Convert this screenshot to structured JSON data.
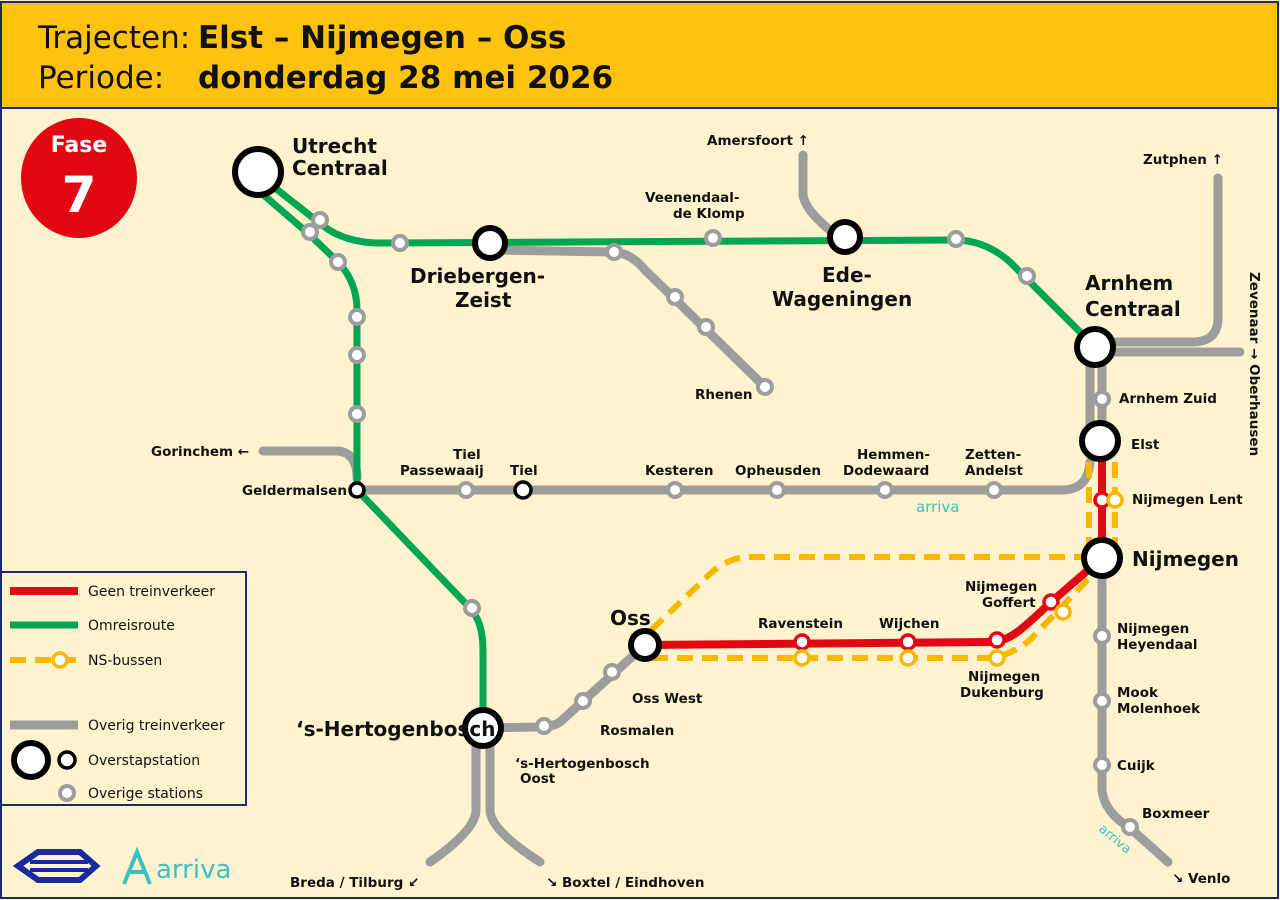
{
  "header": {
    "trajecten_label": "Trajecten:",
    "trajecten_value": "Elst – Nijmegen – Oss",
    "periode_label": "Periode:",
    "periode_value": "donderdag 28 mei 2026"
  },
  "phase": {
    "label": "Fase",
    "number": "7"
  },
  "stations": {
    "utrecht": [
      "Utrecht",
      "Centraal"
    ],
    "driebergen": [
      "Driebergen-",
      "Zeist"
    ],
    "ede": [
      "Ede-",
      "Wageningen"
    ],
    "veenendaal": [
      "Veenendaal-",
      "de Klomp"
    ],
    "rhenen": "Rhenen",
    "arnhem": [
      "Arnhem",
      "Centraal"
    ],
    "arnhem_zuid": "Arnhem Zuid",
    "elst": "Elst",
    "nijmegen_lent": "Nijmegen Lent",
    "nijmegen": "Nijmegen",
    "geldermalsen": "Geldermalsen",
    "tiel_passewaaij": [
      "Tiel",
      "Passewaaij"
    ],
    "tiel": "Tiel",
    "kesteren": "Kesteren",
    "opheusden": "Opheusden",
    "hemmen": [
      "Hemmen-",
      "Dodewaard"
    ],
    "zetten": [
      "Zetten-",
      "Andelst"
    ],
    "oss": "Oss",
    "ravenstein": "Ravenstein",
    "wijchen": "Wijchen",
    "goffert": [
      "Nijmegen",
      "Goffert"
    ],
    "dukenburg": [
      "Nijmegen",
      "Dukenburg"
    ],
    "oss_west": "Oss West",
    "rosmalen": "Rosmalen",
    "den_bosch": "‘s-Hertogenbosch",
    "den_bosch_oost": [
      "‘s-Hertogenbosch",
      "Oost"
    ],
    "heyendaal": [
      "Nijmegen",
      "Heyendaal"
    ],
    "mook": [
      "Mook",
      "Molenhoek"
    ],
    "cuijk": "Cuijk",
    "boxmeer": "Boxmeer"
  },
  "destinations": {
    "amersfoort": "Amersfoort ↑",
    "zutphen": "Zutphen ↑",
    "zevenaar": "Zevenaar → Oberhausen",
    "gorinchem": "Gorinchem ←",
    "breda": "Breda / Tilburg ↙",
    "boxtel": "↘ Boxtel / Eindhoven",
    "venlo": "↘ Venlo"
  },
  "legend": {
    "no_trains": "Geen treinverkeer",
    "detour": "Omreisroute",
    "buses": "NS-bussen",
    "other_trains": "Overig treinverkeer",
    "transfer": "Overstapstation",
    "other_stations": "Overige stations"
  },
  "logos": {
    "arriva": "arriva",
    "ns": "NS"
  },
  "colors": {
    "header": "#ffc20e",
    "background": "#fff2cf",
    "no_trains": "#e30613",
    "detour": "#00a651",
    "buses": "#f9b800",
    "other": "#9d9d9d"
  }
}
